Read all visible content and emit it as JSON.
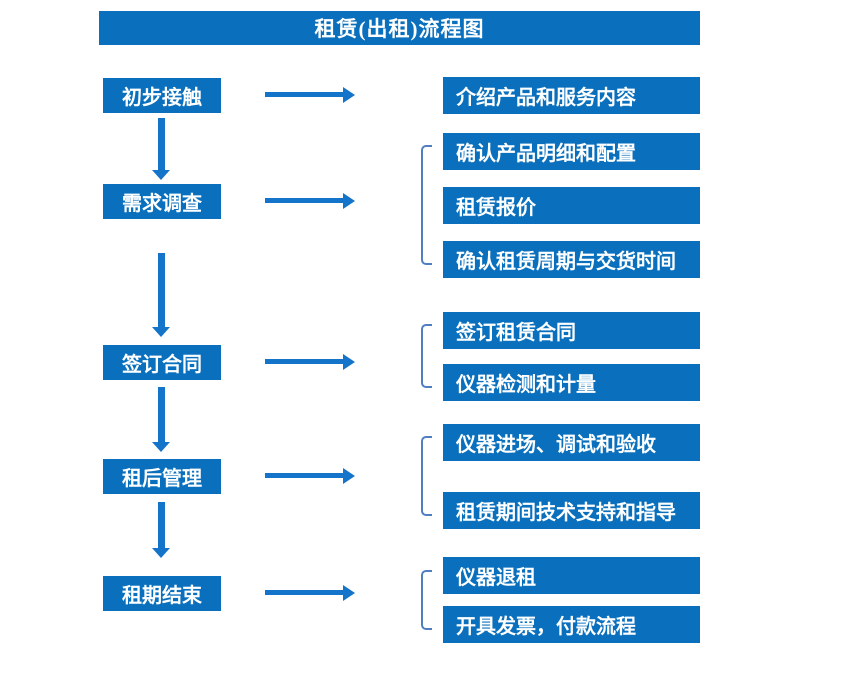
{
  "title": "租赁(出租)流程图",
  "colors": {
    "box": "#0a70bd",
    "arrow": "#1474c9",
    "bracket": "#4f7fc0",
    "box_text": "#ffffff",
    "background": "#ffffff"
  },
  "steps": [
    {
      "label": "初步接触",
      "outputs": [
        "介绍产品和服务内容"
      ]
    },
    {
      "label": "需求调查",
      "outputs": [
        "确认产品明细和配置",
        "租赁报价",
        "确认租赁周期与交货时间"
      ]
    },
    {
      "label": "签订合同",
      "outputs": [
        "签订租赁合同",
        "仪器检测和计量"
      ]
    },
    {
      "label": "租后管理",
      "outputs": [
        "仪器进场、调试和验收",
        "租赁期间技术支持和指导"
      ]
    },
    {
      "label": "租期结束",
      "outputs": [
        "仪器退租",
        "开具发票，付款流程"
      ]
    }
  ]
}
